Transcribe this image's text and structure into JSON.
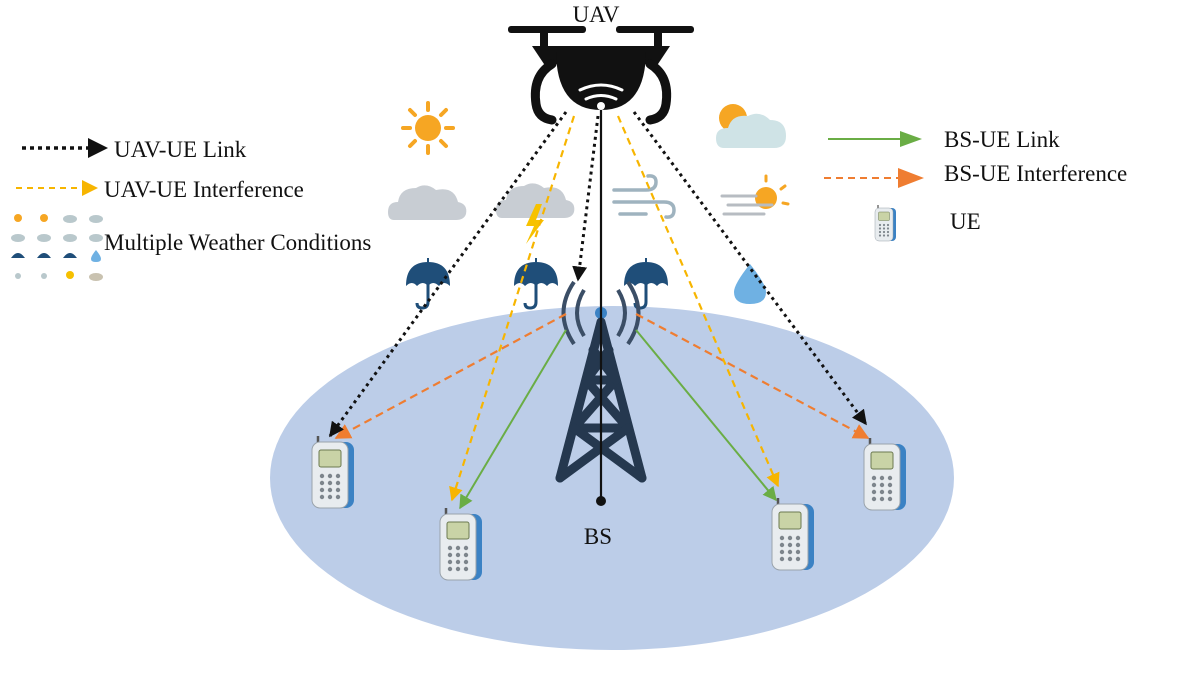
{
  "labels": {
    "uav": "UAV",
    "bs": "BS",
    "ue": "UE",
    "weather": "Multiple Weather Conditions"
  },
  "legend": {
    "uav_ue_link": "UAV-UE Link",
    "uav_ue_interference": "UAV-UE Interference",
    "bs_ue_link": "BS-UE Link",
    "bs_ue_interference": "BS-UE Interference"
  },
  "colors": {
    "coverage_area": "#bccde8",
    "uav_ue_link": "#111111",
    "uav_ue_interference": "#f7b500",
    "bs_ue_link": "#6aad45",
    "bs_ue_interference": "#ef7d31",
    "tower": "#25384f",
    "phone_body": "#3b82c4",
    "sun": "#f6a623",
    "cloud": "#c8cdd3",
    "umbrella": "#1f4e79",
    "drop": "#6fb1e3"
  },
  "icons": {
    "uav": "drone-icon",
    "bs": "cell-tower-icon",
    "ue": "mobile-phone-icon",
    "weather": [
      "sun-icon",
      "partly-cloudy-icon",
      "cloud-icon",
      "thunderstorm-icon",
      "wind-icon",
      "fog-icon",
      "umbrella-rain-icon",
      "water-drop-icon"
    ]
  }
}
